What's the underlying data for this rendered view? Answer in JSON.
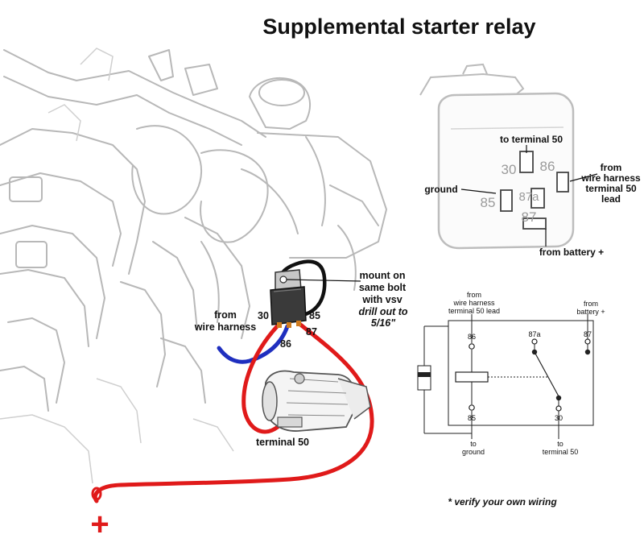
{
  "title": "Supplemental starter relay",
  "relay_closeup": {
    "labels": {
      "to_terminal_50": "to terminal 50",
      "from_harness_l1": "from",
      "from_harness_l2": "wire harness",
      "from_harness_l3": "terminal 50",
      "from_harness_l4": "lead",
      "ground": "ground",
      "from_battery": "from battery +"
    },
    "pins": {
      "p30": "30",
      "p86": "86",
      "p85": "85",
      "p87a": "87a",
      "p87": "87"
    }
  },
  "engine_view": {
    "mount_l1": "mount on",
    "mount_l2": "same bolt",
    "mount_l3": "with vsv",
    "drill_l1": "drill out to",
    "drill_l2": "5/16\"",
    "from_harness_l1": "from",
    "from_harness_l2": "wire harness",
    "pin30": "30",
    "pin85": "85",
    "pin86": "86",
    "pin87": "87",
    "terminal50": "terminal 50",
    "battery_plus": "+"
  },
  "schematic": {
    "from_harness_l1": "from",
    "from_harness_l2": "wire harness",
    "from_harness_l3": "terminal 50 lead",
    "from_battery_l1": "from",
    "from_battery_l2": "battery +",
    "pin86": "86",
    "pin85": "85",
    "pin87a": "87a",
    "pin87": "87",
    "pin30": "30",
    "to_ground_l1": "to",
    "to_ground_l2": "ground",
    "to_term_l1": "to",
    "to_term_l2": "terminal 50"
  },
  "note": "* verify your own wiring",
  "colors": {
    "positive_wire": "#e01a1a",
    "harness_wire": "#1f2fbf",
    "ground_wire": "#111111",
    "engine_sketch": "#b8b8b8"
  }
}
